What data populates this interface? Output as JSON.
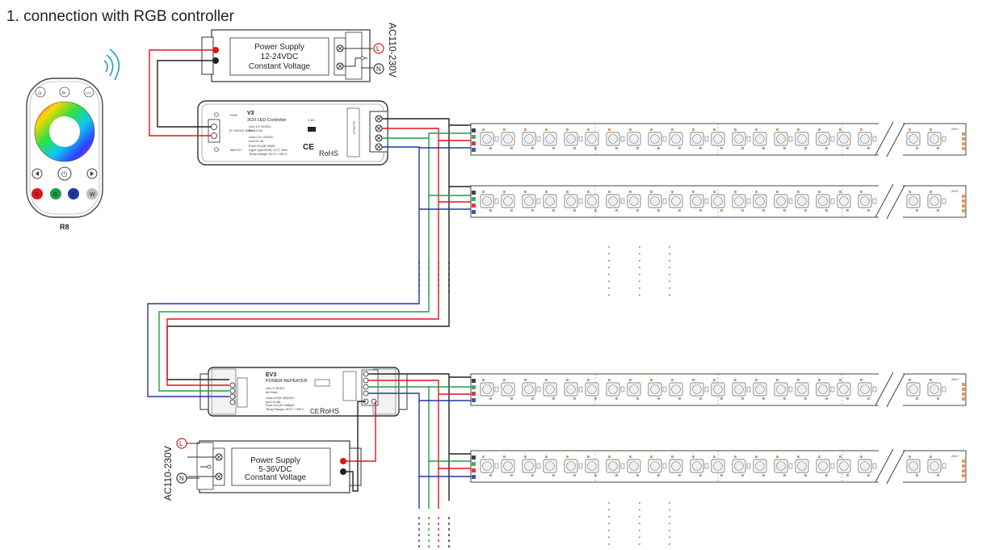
{
  "title": "1. connection with RGB controller",
  "remote": {
    "model": "R8",
    "buttons": [
      "R",
      "G",
      "B",
      "W"
    ]
  },
  "psu_top": {
    "lines": [
      "Power Supply",
      "12-24VDC",
      "Constant Voltage"
    ],
    "ac_label": "AC110-230V",
    "terminals": [
      "L",
      "N"
    ]
  },
  "controller": {
    "model": "V3",
    "name": "3CH LED Controller",
    "specs": [
      "Uin=12~24VDC",
      "Iin=12.5A",
      "Uout=12~24VDC",
      "Iout=3×4A",
      "Pout=3×(48~96)W",
      "Light Type:RGB, CCT, DIM",
      "Temp Range:-30°C~+55°C"
    ],
    "buttons": [
      "RUN",
      "MATCH"
    ],
    "freq": "2.4G",
    "ce": "CE",
    "rohs": "RoHS",
    "output_label": "OUTPUT",
    "input_label": "12~24VDC INPUT"
  },
  "repeater": {
    "model": "EV3",
    "name": "POWER REPEATER",
    "specs": [
      "Uin=3~5VDC",
      "Iin=5mA",
      "Uout=3×(5~36)VDC",
      "Iout=3×8A",
      "Pout=3×(40~288)W",
      "Temp Range:-30°C~+65°C"
    ],
    "ce": "CE",
    "rohs": "RoHS"
  },
  "psu_bottom": {
    "lines": [
      "Power Supply",
      "5-36VDC",
      "Constant Voltage"
    ],
    "ac_label": "AC110-230V",
    "terminals": [
      "L",
      "N"
    ]
  },
  "strip": {
    "voltage_label": "24V+"
  },
  "colors": {
    "red": "#e3141f",
    "green": "#1aa04a",
    "blue": "#2436a3",
    "black": "#222222",
    "strip_fill": "#f7f7f7",
    "led_orange": "#e09a60",
    "accent": "#2a9cb3"
  }
}
